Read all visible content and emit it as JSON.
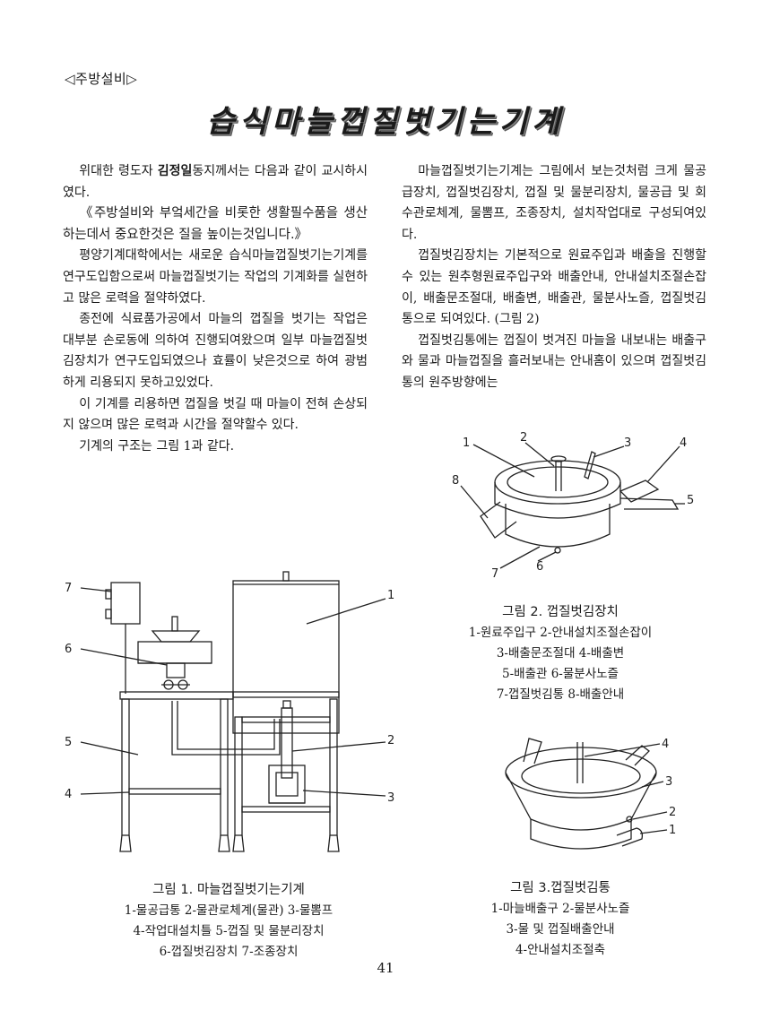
{
  "header": {
    "section": "◁주방설비▷",
    "title": "습식마늘껍질벗기는기계"
  },
  "left_column": {
    "intro_pre": "위대한 령도자 ",
    "intro_name": "김정일",
    "intro_post": "동지께서는 다음과 같이 교시하시였다.",
    "quote": "《주방설비와 부엌세간을 비롯한 생활필수품을 생산하는데서 중요한것은 질을 높이는것입니다.》",
    "p1": "평양기계대학에서는 새로운 습식마늘껍질벗기는기계를 연구도입함으로써 마늘껍질벗기는 작업의 기계화를 실현하고 많은 로력을 절약하였다.",
    "p2": "종전에 식료품가공에서 마늘의 껍질을 벗기는 작업은 대부분 손로동에 의하여 진행되여왔으며 일부 마늘껍질벗김장치가 연구도입되였으나 효률이 낮은것으로 하여 광범하게 리용되지 못하고있었다.",
    "p3": "이 기계를 리용하면 껍질을 벗길 때 마늘이 전혀 손상되지 않으며 많은 로력과 시간을 절약할수 있다.",
    "p4": "기계의 구조는 그림 1과 같다."
  },
  "right_column": {
    "p1": "마늘껍질벗기는기계는 그림에서 보는것처럼 크게 물공급장치, 껍질벗김장치, 껍질 및 물분리장치, 물공급 및 회수관로체계, 물뽐프, 조종장치, 설치작업대로 구성되여있다.",
    "p2": "껍질벗김장치는 기본적으로 원료주입과 배출을 진행할수 있는 원추형원료주입구와 배출안내, 안내설치조절손잡이, 배출문조절대, 배출변, 배출관, 물분사노즐, 껍질벗김통으로 되여있다. (그림 2)",
    "p3": "껍질벗김통에는 껍질이 벗겨진 마늘을 내보내는 배출구와 물과 마늘껍질을 흘러보내는 안내홈이 있으며 껍질벗김통의 원주방향에는"
  },
  "figure1": {
    "caption": "그림 1.  마늘껍질벗기는기계",
    "legend": [
      "1-물공급통  2-물관로체계(물관)  3-물뽐프",
      "4-작업대설치틀  5-껍질 및 물분리장치",
      "6-껍질벗김장치  7-조종장치"
    ],
    "labels": {
      "n1": "1",
      "n2": "2",
      "n3": "3",
      "n4": "4",
      "n5": "5",
      "n6": "6",
      "n7": "7"
    }
  },
  "figure2": {
    "caption": "그림 2. 껍질벗김장치",
    "legend": [
      "1-원료주입구  2-안내설치조절손잡이",
      "3-배출문조절대  4-배출변",
      "5-배출관   6-물분사노즐",
      "7-껍질벗김통  8-배출안내"
    ],
    "labels": {
      "n1": "1",
      "n2": "2",
      "n3": "3",
      "n4": "4",
      "n5": "5",
      "n6": "6",
      "n7": "7",
      "n8": "8"
    }
  },
  "figure3": {
    "caption": "그림 3.껍질벗김통",
    "legend": [
      "1-마늘배출구  2-물분사노즐",
      "3-물 및 껍질배출안내",
      "4-안내설치조절축"
    ],
    "labels": {
      "n1": "1",
      "n2": "2",
      "n3": "3",
      "n4": "4"
    }
  },
  "footer": {
    "page_number": "41"
  }
}
